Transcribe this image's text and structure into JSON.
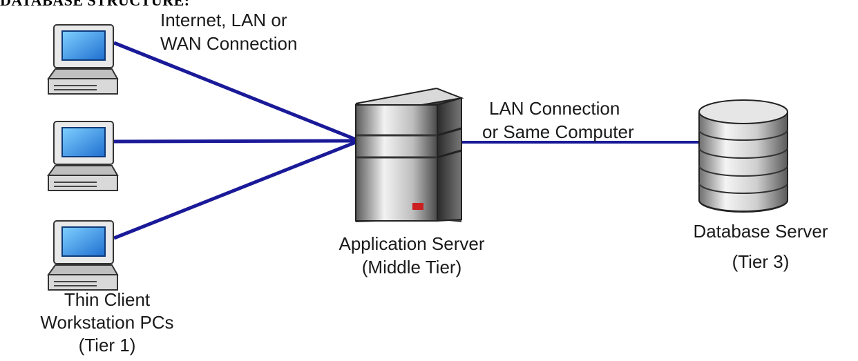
{
  "heading": "DATABASE STRUCTURE:",
  "connections": {
    "client_link": [
      "Internet, LAN or",
      "WAN Connection"
    ],
    "server_link": [
      "LAN Connection",
      "or Same Computer"
    ]
  },
  "tiers": {
    "client": [
      "Thin Client",
      "Workstation PCs",
      "(Tier 1)"
    ],
    "app": [
      "Application Server",
      "(Middle Tier)"
    ],
    "db": [
      "Database Server",
      "(Tier 3)"
    ]
  },
  "colors": {
    "link": "#1a1a99",
    "screen": "#2f8fe6",
    "server_body": "#b9b9b9",
    "indicator": "#cc1f1f"
  },
  "icons": [
    "workstation-icon",
    "application-server-icon",
    "database-icon"
  ]
}
